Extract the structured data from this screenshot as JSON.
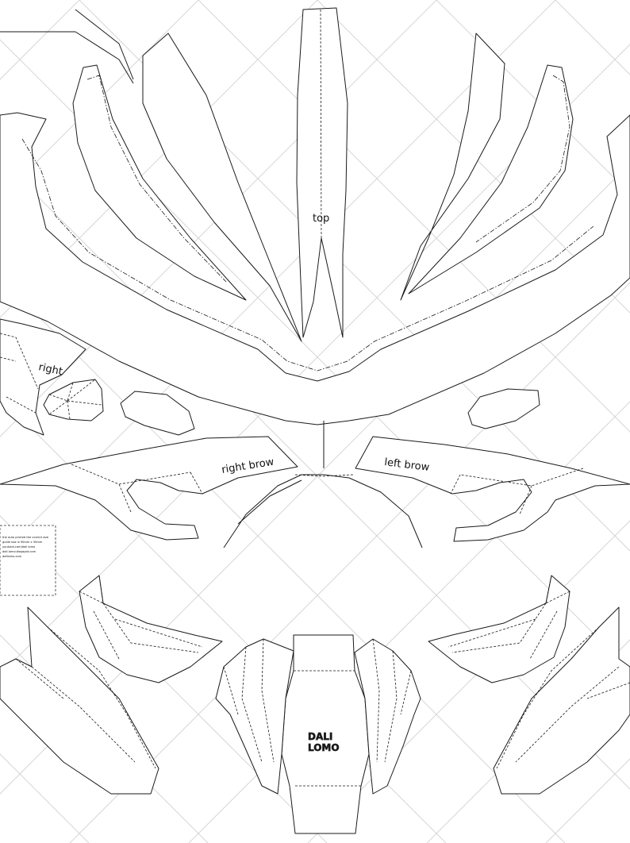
{
  "labels": {
    "top": "top",
    "right": "right",
    "right_brow": "right brow",
    "left_brow": "left brow"
  },
  "info_box": {
    "lines": [
      "the auto printed the correct size",
      "guide box is 90mm x 50mm",
      "youtube.com/dali lomo",
      "dali-lomo.blogspot.com",
      "dalilomo.com"
    ]
  },
  "logo": {
    "line1": "DALI",
    "line2": "LOMO"
  },
  "colors": {
    "line": "#1a1a1a",
    "grid": "#d6d6d6",
    "paper": "#ffffff"
  }
}
